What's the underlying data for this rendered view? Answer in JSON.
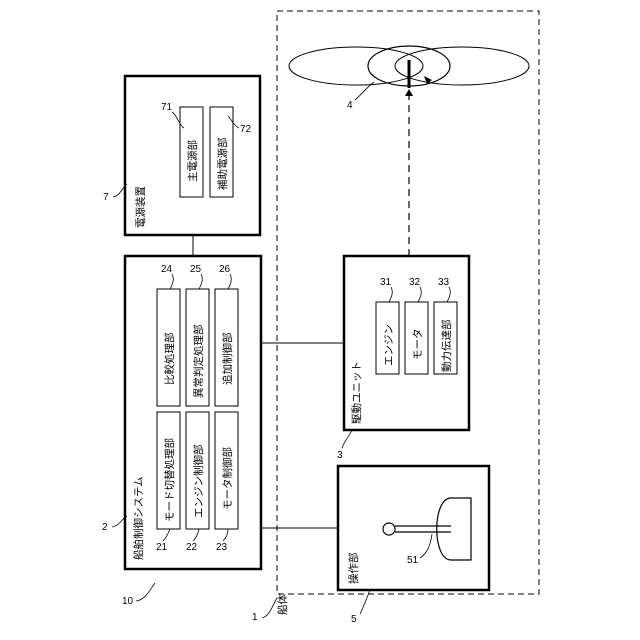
{
  "hull": {
    "label": "船体",
    "ref": "1"
  },
  "control_system": {
    "ref": "2",
    "label": "船舶制御システム",
    "units": [
      {
        "label": "モード切替処理部",
        "ref": "21"
      },
      {
        "label": "エンジン制御部",
        "ref": "22"
      },
      {
        "label": "モータ制御部",
        "ref": "23"
      },
      {
        "label": "比較処理部",
        "ref": "24"
      },
      {
        "label": "異常判定処理部",
        "ref": "25"
      },
      {
        "label": "追加制御部",
        "ref": "26"
      }
    ]
  },
  "drive_unit": {
    "ref": "3",
    "label": "駆動ユニット",
    "units": [
      {
        "label": "エンジン",
        "ref": "31"
      },
      {
        "label": "モータ",
        "ref": "32"
      },
      {
        "label": "動力伝達部",
        "ref": "33"
      }
    ]
  },
  "propeller": {
    "ref": "4"
  },
  "operation_unit": {
    "ref": "5",
    "label": "操作部",
    "lever_ref": "51"
  },
  "power_device": {
    "ref": "7",
    "label": "電源装置",
    "units": [
      {
        "label": "主電源部",
        "ref": "71"
      },
      {
        "label": "補助電源部",
        "ref": "72"
      }
    ]
  },
  "overall_ref": "10"
}
